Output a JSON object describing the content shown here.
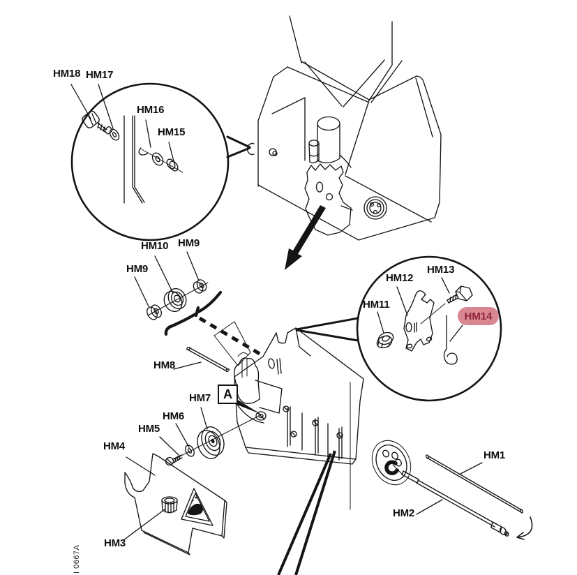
{
  "diagram": {
    "type": "exploded-parts-diagram",
    "figure_code": "I 0667A",
    "detail_marker": "A",
    "highlighted_part": "HM14",
    "highlight_background": "#d98693",
    "highlight_text_color": "#8c2433",
    "line_color": "#141414",
    "background_color": "#ffffff"
  },
  "labels": {
    "hm1": "HM1",
    "hm2": "HM2",
    "hm3": "HM3",
    "hm4": "HM4",
    "hm5": "HM5",
    "hm6": "HM6",
    "hm7": "HM7",
    "hm8": "HM8",
    "hm9": "HM9",
    "hm10": "HM10",
    "hm11": "HM11",
    "hm12": "HM12",
    "hm13": "HM13",
    "hm14": "HM14",
    "hm15": "HM15",
    "hm16": "HM16",
    "hm17": "HM17",
    "hm18": "HM18"
  }
}
